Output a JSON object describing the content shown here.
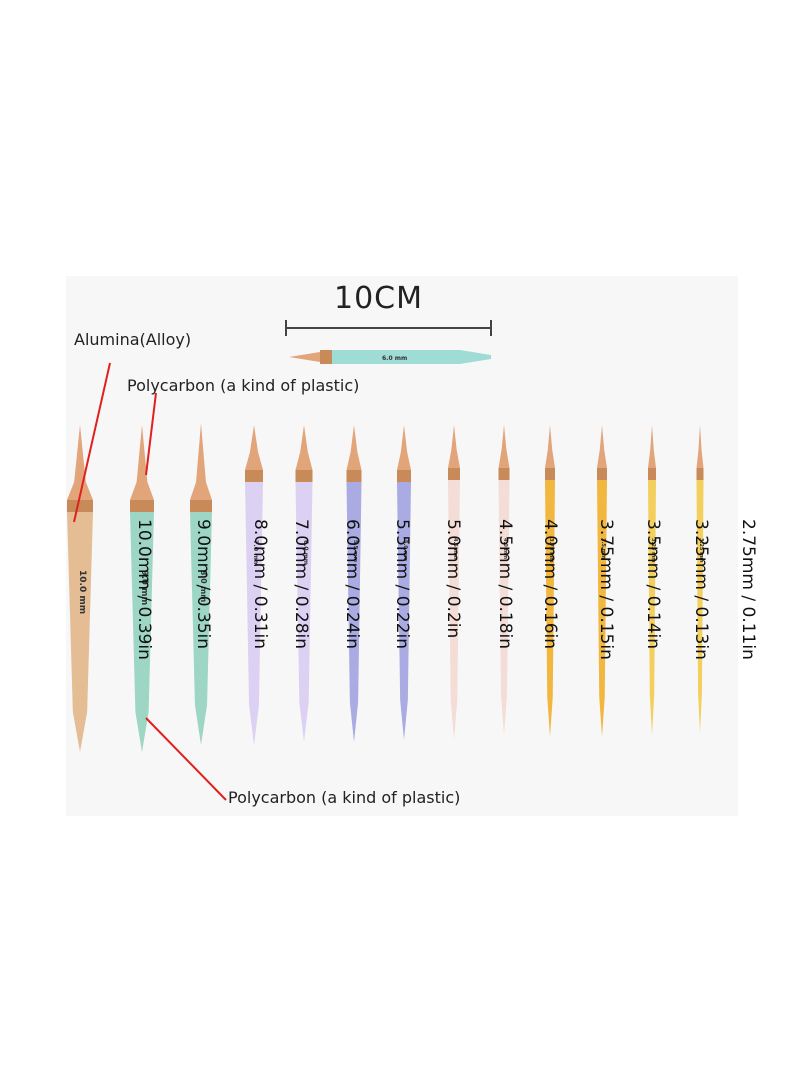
{
  "scale_label": "10CM",
  "sample_needle_mark": "6.0 mm",
  "callouts": {
    "alumina": "Alumina(Alloy)",
    "polycarbon_top": "Polycarbon (a kind of plastic)",
    "polycarbon_bottom": "Polycarbon (a kind of plastic)"
  },
  "needles": [
    {
      "size_label": "10.0mm / 0.39in",
      "mark": "10.0 mm",
      "color": "#e4bd95"
    },
    {
      "size_label": "9.0mm / 0.35in",
      "mark": "9.0 mm",
      "color": "#9ed6c6"
    },
    {
      "size_label": "8.0mm / 0.31in",
      "mark": "8.0 mm",
      "color": "#9ed6c6"
    },
    {
      "size_label": "7.0mm / 0.28in",
      "mark": "7.0 mm",
      "color": "#ddd1f3"
    },
    {
      "size_label": "6.0mm / 0.24in",
      "mark": "6.0 mm",
      "color": "#ddd1f3"
    },
    {
      "size_label": "5.5mm / 0.22in",
      "mark": "5.5 mm",
      "color": "#a9abe2"
    },
    {
      "size_label": "5.0mm / 0.2in",
      "mark": "5.0 mm",
      "color": "#a9abe2"
    },
    {
      "size_label": "4.5mm / 0.18in",
      "mark": "4.5 mm",
      "color": "#f4ddd6"
    },
    {
      "size_label": "4.0mm / 0.16in",
      "mark": "4.0 mm",
      "color": "#f4ddd6"
    },
    {
      "size_label": "3.75mm / 0.15in",
      "mark": "3.75 mm",
      "color": "#f2b73e"
    },
    {
      "size_label": "3.5mm / 0.14in",
      "mark": "3.5 mm",
      "color": "#f2b73e"
    },
    {
      "size_label": "3.25mm / 0.13in",
      "mark": "3.25 mm",
      "color": "#f3cf5e"
    },
    {
      "size_label": "2.75mm / 0.11in",
      "mark": "3.25 mm",
      "color": "#f3cf5e"
    }
  ],
  "colors": {
    "callout_line": "#e0201f",
    "ferrule": "#c98a5a",
    "tip": "#e2a57a",
    "sample_needle": "#9fdcd6"
  }
}
